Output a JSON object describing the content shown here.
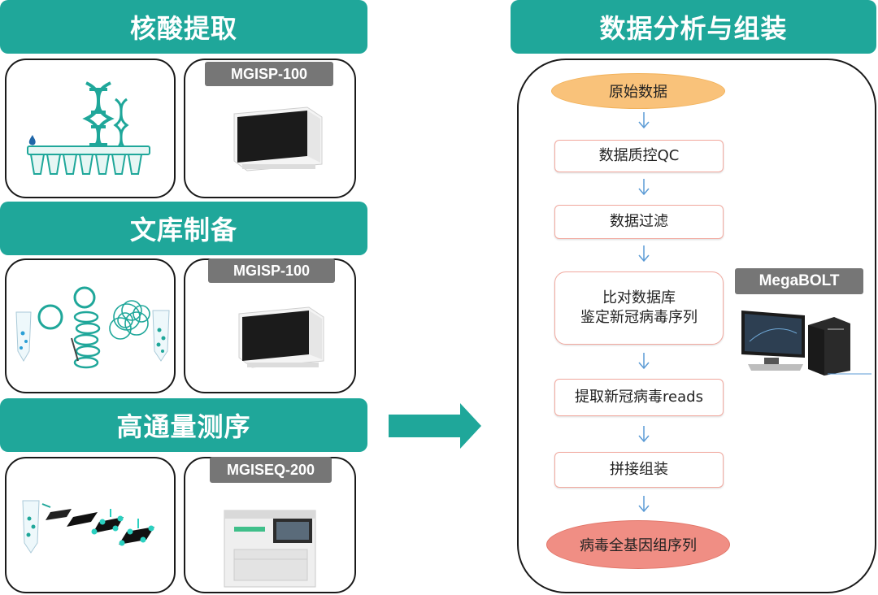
{
  "left": {
    "stages": [
      {
        "title": "核酸提取",
        "instrument": "MGISP-100"
      },
      {
        "title": "文库制备",
        "instrument": "MGISP-100"
      },
      {
        "title": "高通量测序",
        "instrument": "MGISEQ-200"
      }
    ]
  },
  "right": {
    "title": "数据分析与组装",
    "start": "原始数据",
    "steps": [
      {
        "label": "数据质控QC"
      },
      {
        "label": "数据过滤"
      },
      {
        "line1": "比对数据库",
        "line2": "鉴定新冠病毒序列"
      },
      {
        "label": "提取新冠病毒reads"
      },
      {
        "label": "拼接组装"
      }
    ],
    "end": "病毒全基因组序列",
    "computer_label": "MegaBOLT"
  },
  "colors": {
    "teal": "#1fa79a",
    "start_fill": "#f9c27a",
    "end_fill": "#f08e84",
    "step_border": "#f2aaa0",
    "arrow": "#5b9bd5",
    "tag_gray": "#767676"
  },
  "icons": [
    "dna-icon",
    "droplet-icon",
    "tube-strip-icon",
    "instrument-icon",
    "plasmid-icon",
    "sequencer-icon",
    "computer-icon",
    "arrow-right-icon"
  ]
}
